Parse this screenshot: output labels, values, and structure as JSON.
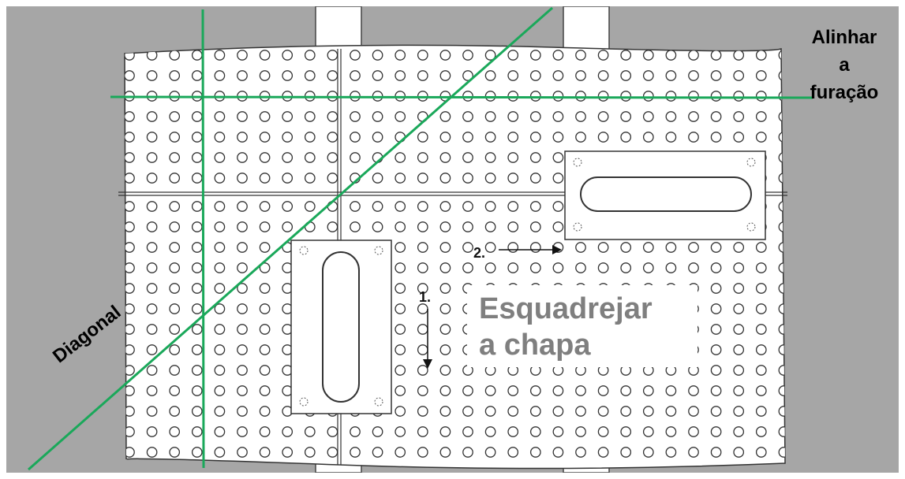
{
  "labels": {
    "align_line1": "Alinhar",
    "align_line2": "a",
    "align_line3": "furação",
    "square_line1": "Esquadrejar",
    "square_line2": "a chapa",
    "diagonal": "Diagonal",
    "step1": "1.",
    "step2": "2."
  },
  "colors": {
    "background": "#a6a6a6",
    "border": "#ffffff",
    "guide_lines": "#1aa85a",
    "sheet": "#ffffff",
    "hole_outline": "#333333",
    "label_gray": "#7f7f7f"
  }
}
